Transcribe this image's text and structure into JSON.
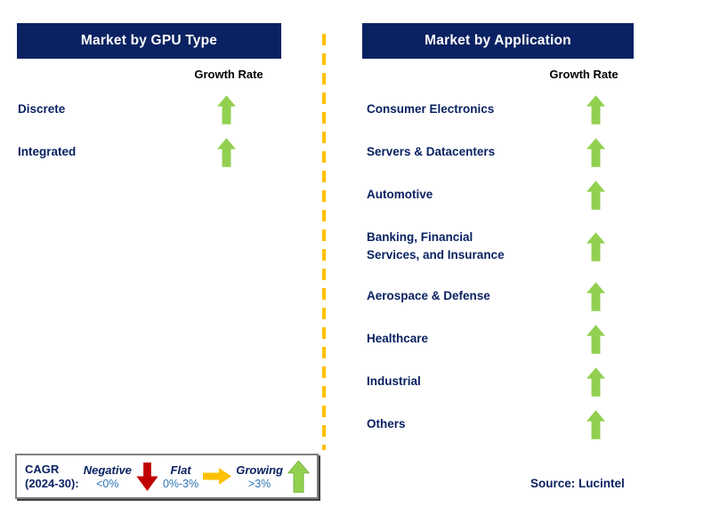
{
  "left_panel": {
    "header": "Market by GPU Type",
    "growth_rate_label": "Growth Rate",
    "items": [
      {
        "label": "Discrete",
        "growth": "Growing (>3%)"
      },
      {
        "label": "Integrated",
        "growth": "Growing (>3%)"
      }
    ]
  },
  "right_panel": {
    "header": "Market by Application",
    "growth_rate_label": "Growth Rate",
    "items": [
      {
        "label": "Consumer Electronics",
        "growth": "Growing (>3%)"
      },
      {
        "label": "Servers & Datacenters",
        "growth": "Growing (>3%)"
      },
      {
        "label": "Automotive",
        "growth": "Growing (>3%)"
      },
      {
        "label": "Banking, Financial Services, and Insurance",
        "growth": "Growing (>3%)"
      },
      {
        "label": "Aerospace & Defense",
        "growth": "Growing (>3%)"
      },
      {
        "label": "Healthcare",
        "growth": "Growing (>3%)"
      },
      {
        "label": "Industrial",
        "growth": "Growing (>3%)"
      },
      {
        "label": "Others",
        "growth": "Growing (>3%)"
      }
    ]
  },
  "legend": {
    "title_line1": "CAGR",
    "title_line2": "(2024-30):",
    "entries": [
      {
        "label": "Negative",
        "range": "<0%",
        "icon": "down-arrow"
      },
      {
        "label": "Flat",
        "range": "0%-3%",
        "icon": "right-arrow"
      },
      {
        "label": "Growing",
        "range": ">3%",
        "icon": "up-arrow"
      }
    ]
  },
  "source": "Source: Lucintel",
  "colors": {
    "header_bg": "#0a2262",
    "header_text": "#ffffff",
    "item_text": "#0a2262",
    "growth_label_text": "#000000",
    "growing_arrow": "#92d050",
    "negative_arrow": "#c00000",
    "flat_arrow": "#ffc000",
    "divider": "#ffc000",
    "range_text": "#2e75b6",
    "source_text": "#0a2262"
  }
}
